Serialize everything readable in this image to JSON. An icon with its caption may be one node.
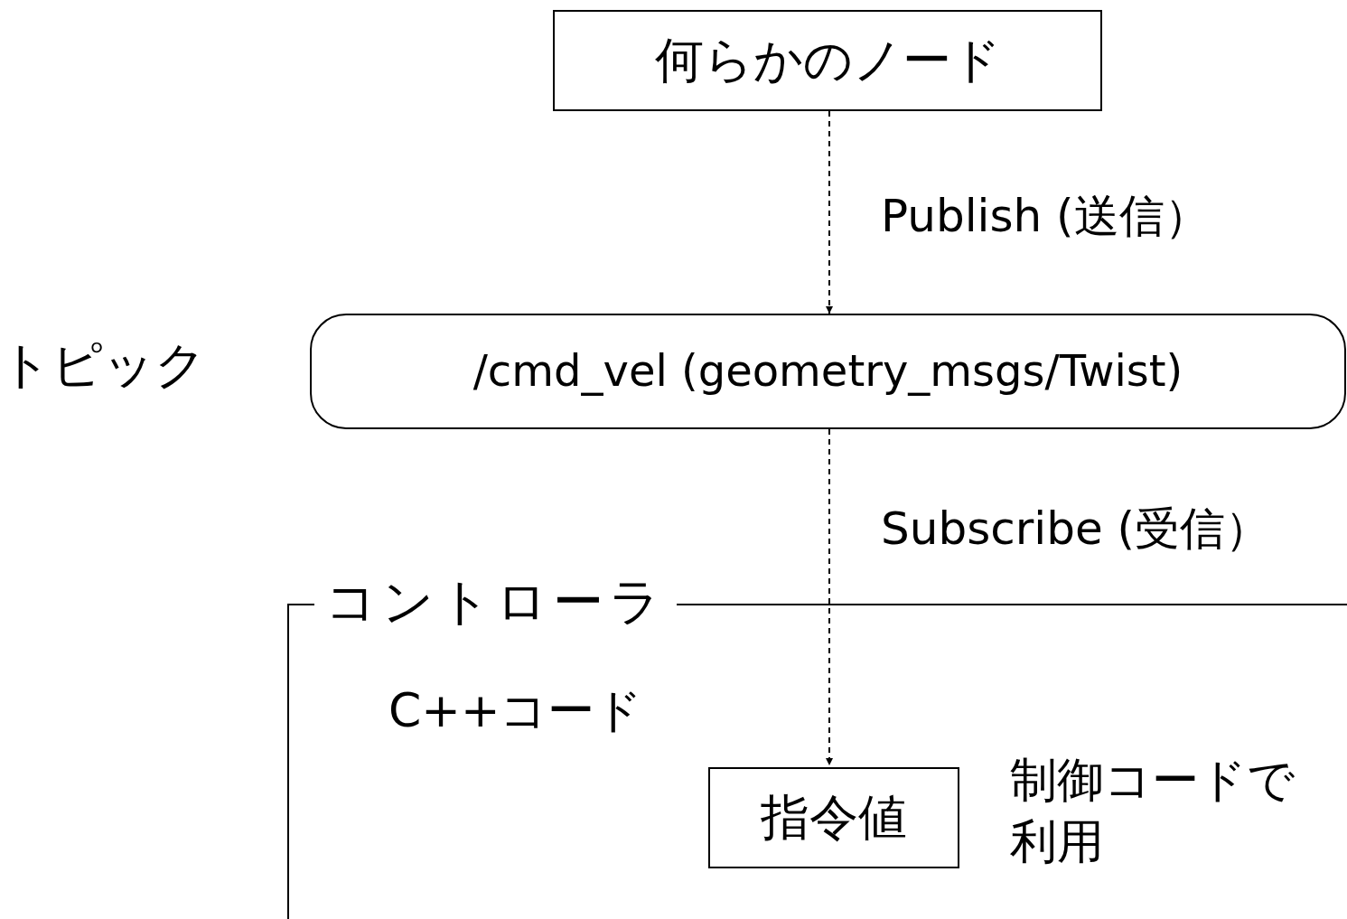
{
  "diagram": {
    "nodes": [
      {
        "text": [
          "何らかのノード"
        ]
      },
      {
        "text": [
          "/cmd_vel (geometry_msgs/Twist)"
        ],
        "beside": [
          "トピック"
        ]
      },
      {
        "text": [
          "コントローラ",
          "C++コード"
        ]
      },
      {
        "text": [
          "指令値"
        ],
        "in": 2,
        "beside": [
          "制御コードで利用"
        ]
      }
    ],
    "edges": [
      {
        "from": 0,
        "to": 1,
        "arrow": "to",
        "style": "dashed",
        "label": "Publish (送信）"
      },
      {
        "from": 1,
        "to": 3,
        "arrow": "to",
        "style": "dashed",
        "label": "Subscribe (受信）"
      }
    ]
  }
}
